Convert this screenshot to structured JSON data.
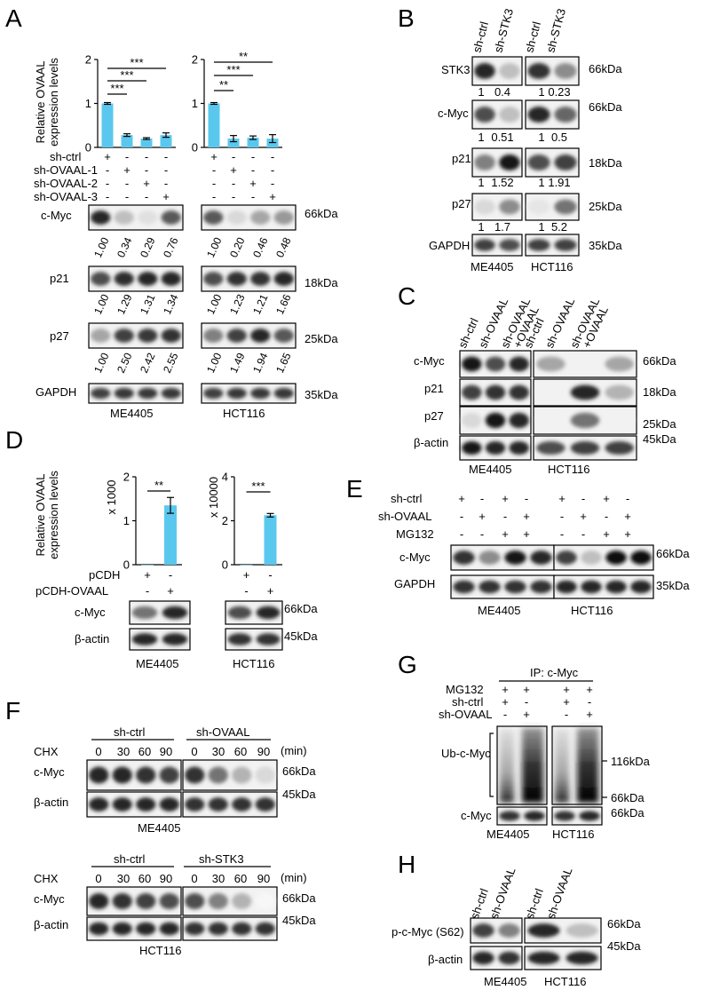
{
  "panels": {
    "A": {
      "letter": "A",
      "ylabel_1": "Relative OVAAL",
      "ylabel_2": "expression levels",
      "yticks_left": [
        "0",
        "1",
        "2"
      ],
      "yticks_right": [
        "0",
        "1",
        "2"
      ],
      "sig_left": [
        "***",
        "***",
        "***"
      ],
      "sig_right": [
        "**",
        "***",
        "**"
      ],
      "cond_labels": [
        "sh-ctrl",
        "sh-OVAAL-1",
        "sh-OVAAL-2",
        "sh-OVAAL-3"
      ],
      "signs": [
        [
          "+",
          "-",
          "-",
          "-"
        ],
        [
          "-",
          "+",
          "-",
          "-"
        ],
        [
          "-",
          "-",
          "+",
          "-"
        ],
        [
          "-",
          "-",
          "-",
          "+"
        ]
      ],
      "blots": [
        "c-Myc",
        "p21",
        "p27",
        "GAPDH"
      ],
      "kda": [
        "66kDa",
        "18kDa",
        "25kDa",
        "35kDa"
      ],
      "quant_left": [
        [
          "1.00",
          "0.34",
          "0.29",
          "0.76"
        ],
        [
          "1.00",
          "1.29",
          "1.31",
          "1.34"
        ],
        [
          "1.00",
          "2.50",
          "2.42",
          "2.55"
        ]
      ],
      "quant_right": [
        [
          "1.00",
          "0.20",
          "0.46",
          "0.48"
        ],
        [
          "1.00",
          "1.23",
          "1.21",
          "1.66"
        ],
        [
          "1.00",
          "1.49",
          "1.94",
          "1.65"
        ]
      ],
      "cell_left": "ME4405",
      "cell_right": "HCT116"
    },
    "B": {
      "letter": "B",
      "lanes": [
        "sh-ctrl",
        "sh-STK3",
        "sh-ctrl",
        "sh-STK3"
      ],
      "blots": [
        "STK3",
        "c-Myc",
        "p21",
        "p27",
        "GAPDH"
      ],
      "kda": [
        "66kDa",
        "66kDa",
        "18kDa",
        "25kDa",
        "35kDa"
      ],
      "quant": [
        [
          "1",
          "0.4",
          "1",
          "0.23"
        ],
        [
          "1",
          "0.51",
          "1",
          "0.5"
        ],
        [
          "1",
          "1.52",
          "1",
          "1.91"
        ],
        [
          "1",
          "1.7",
          "1",
          "5.2"
        ]
      ],
      "cell_left": "ME4405",
      "cell_right": "HCT116"
    },
    "C": {
      "letter": "C",
      "lanes": [
        "sh-ctrl",
        "sh-OVAAL",
        "sh-OVAAL\n+OVAAL",
        "sh-ctrl",
        "sh-OVAAL",
        "sh-OVAAL\n+OVAAL"
      ],
      "lane_a": "sh-ctrl",
      "lane_b": "sh-OVAAL",
      "lane_c1": "sh-OVAAL",
      "lane_c2": "+OVAAL",
      "blots": [
        "c-Myc",
        "p21",
        "p27",
        "β-actin"
      ],
      "kda": [
        "66kDa",
        "18kDa",
        "25kDa",
        "45kDa"
      ],
      "cell_left": "ME4405",
      "cell_right": "HCT116"
    },
    "D": {
      "letter": "D",
      "ylabel_1": "Relative OVAAL",
      "ylabel_2": "expression levels",
      "yticks_left": [
        "0",
        "1",
        "2"
      ],
      "yticks_right": [
        "0",
        "2",
        "4"
      ],
      "mult_left": "x 1000",
      "mult_right": "x 10000",
      "sig_left": "**",
      "sig_right": "***",
      "cond_labels": [
        "pCDH",
        "pCDH-OVAAL"
      ],
      "signs": [
        [
          "+",
          "-"
        ],
        [
          "-",
          "+"
        ]
      ],
      "blots": [
        "c-Myc",
        "β-actin"
      ],
      "kda": [
        "66kDa",
        "45kDa"
      ],
      "cell_left": "ME4405",
      "cell_right": "HCT116"
    },
    "E": {
      "letter": "E",
      "cond_labels": [
        "sh-ctrl",
        "sh-OVAAL",
        "MG132"
      ],
      "signs": [
        [
          "+",
          "-",
          "+",
          "-",
          "+",
          "-",
          "+",
          "-"
        ],
        [
          "-",
          "+",
          "-",
          "+",
          "-",
          "+",
          "-",
          "+"
        ],
        [
          "-",
          "-",
          "+",
          "+",
          "-",
          "-",
          "+",
          "+"
        ]
      ],
      "blots": [
        "c-Myc",
        "GAPDH"
      ],
      "kda": [
        "66kDa",
        "35kDa"
      ],
      "cell_left": "ME4405",
      "cell_right": "HCT116"
    },
    "F": {
      "letter": "F",
      "top": {
        "group_left": "sh-ctrl",
        "group_right": "sh-OVAAL",
        "chx": "CHX",
        "times": [
          "0",
          "30",
          "60",
          "90",
          "0",
          "30",
          "60",
          "90"
        ],
        "unit": "(min)",
        "blots": [
          "c-Myc",
          "β-actin"
        ],
        "kda": [
          "66kDa",
          "45kDa"
        ],
        "cell": "ME4405"
      },
      "bottom": {
        "group_left": "sh-ctrl",
        "group_right": "sh-STK3",
        "chx": "CHX",
        "times": [
          "0",
          "30",
          "60",
          "90",
          "0",
          "30",
          "60",
          "90"
        ],
        "unit": "(min)",
        "blots": [
          "c-Myc",
          "β-actin"
        ],
        "kda": [
          "66kDa",
          "45kDa"
        ],
        "cell": "HCT116"
      }
    },
    "G": {
      "letter": "G",
      "ip": "IP: c-Myc",
      "cond_labels": [
        "MG132",
        "sh-ctrl",
        "sh-OVAAL"
      ],
      "signs": [
        [
          "+",
          "+",
          "+",
          "+"
        ],
        [
          "+",
          "-",
          "+",
          "-"
        ],
        [
          "-",
          "+",
          "-",
          "+"
        ]
      ],
      "ub_label": "Ub-c-Myc",
      "cmyc_label": "c-Myc",
      "kda": [
        "116kDa",
        "66kDa",
        "66kDa"
      ],
      "cell_left": "ME4405",
      "cell_right": "HCT116"
    },
    "H": {
      "letter": "H",
      "lanes": [
        "sh-ctrl",
        "sh-OVAAL",
        "sh-ctrl",
        "sh-OVAAL"
      ],
      "blots": [
        "p-c-Myc (S62)",
        "β-actin"
      ],
      "kda": [
        "66kDa",
        "45kDa"
      ],
      "cell_left": "ME4405",
      "cell_right": "HCT116"
    }
  },
  "chart_data": [
    {
      "type": "bar",
      "panel": "A-ME4405",
      "categories": [
        "sh-ctrl",
        "sh-OVAAL-1",
        "sh-OVAAL-2",
        "sh-OVAAL-3"
      ],
      "values": [
        1.0,
        0.28,
        0.2,
        0.28
      ],
      "errors": [
        0.02,
        0.03,
        0.02,
        0.05
      ],
      "ylabel": "Relative OVAAL expression levels",
      "ylim": [
        0,
        2
      ]
    },
    {
      "type": "bar",
      "panel": "A-HCT116",
      "categories": [
        "sh-ctrl",
        "sh-OVAAL-1",
        "sh-OVAAL-2",
        "sh-OVAAL-3"
      ],
      "values": [
        1.0,
        0.2,
        0.22,
        0.2
      ],
      "errors": [
        0.02,
        0.07,
        0.04,
        0.09
      ],
      "ylim": [
        0,
        2
      ]
    },
    {
      "type": "bar",
      "panel": "D-ME4405",
      "categories": [
        "pCDH",
        "pCDH-OVAAL"
      ],
      "values": [
        0.0,
        1.35
      ],
      "errors": [
        0.0,
        0.18
      ],
      "ylabel": "Relative OVAAL expression levels",
      "ylim": [
        0,
        2
      ]
    },
    {
      "type": "bar",
      "panel": "D-HCT116",
      "categories": [
        "pCDH",
        "pCDH-OVAAL"
      ],
      "values": [
        0.0,
        2.25
      ],
      "errors": [
        0.0,
        0.08
      ],
      "ylim": [
        0,
        4
      ]
    }
  ]
}
